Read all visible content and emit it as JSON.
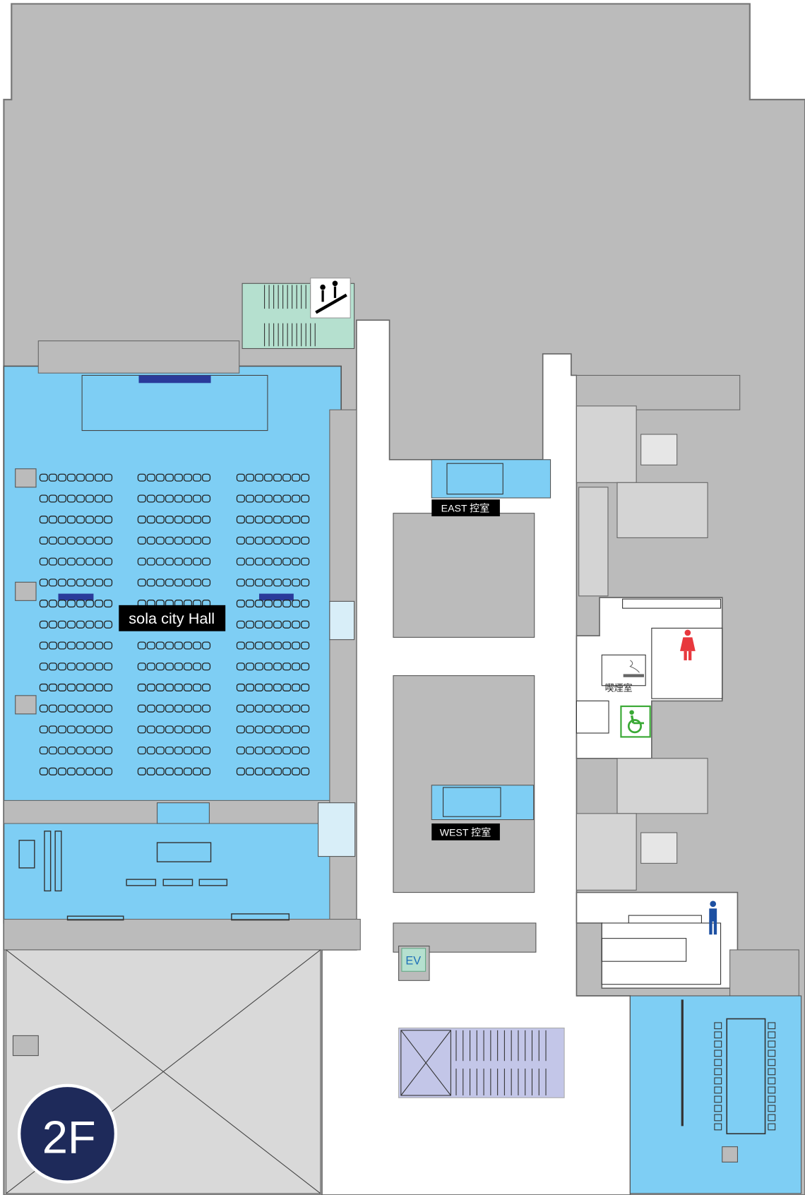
{
  "floor": {
    "badge": "2F"
  },
  "rooms": {
    "hall": "sola city Hall",
    "east_room": "EAST 控室",
    "west_room": "WEST 控室",
    "smoking_room": "喫煙室",
    "elevator": "EV"
  },
  "icons": [
    "escalator-icon",
    "women-restroom-icon",
    "men-restroom-icon",
    "wheelchair-icon",
    "smoking-icon"
  ],
  "colors": {
    "building": "#bbbbbb",
    "hall": "#7ecef4",
    "stairs_green": "#b5e0cf",
    "stairs_purple": "#c3c6e8",
    "badge": "#1e2a5a",
    "women": "#e8383d",
    "men": "#1d50a2",
    "accessible": "#3aa935"
  }
}
